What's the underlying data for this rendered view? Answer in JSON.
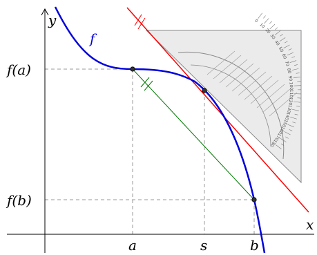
{
  "labels": {
    "x_axis": "x",
    "y_axis": "y",
    "curve": "f",
    "fa": "f(a)",
    "fb": "f(b)",
    "a": "a",
    "s": "s",
    "b": "b"
  },
  "colors": {
    "curve": "#0000dd",
    "tangent": "#ff0000",
    "secant": "#007700",
    "guide": "#999999",
    "protractor_fill": "#e8e8e8",
    "protractor_stroke": "#888888",
    "point": "#333333"
  },
  "protractor_scale": [
    "0",
    "10",
    "20",
    "30",
    "40",
    "50",
    "60",
    "70",
    "80",
    "90",
    "100",
    "110",
    "120",
    "130",
    "140",
    "150",
    "160",
    "170",
    "180"
  ]
}
